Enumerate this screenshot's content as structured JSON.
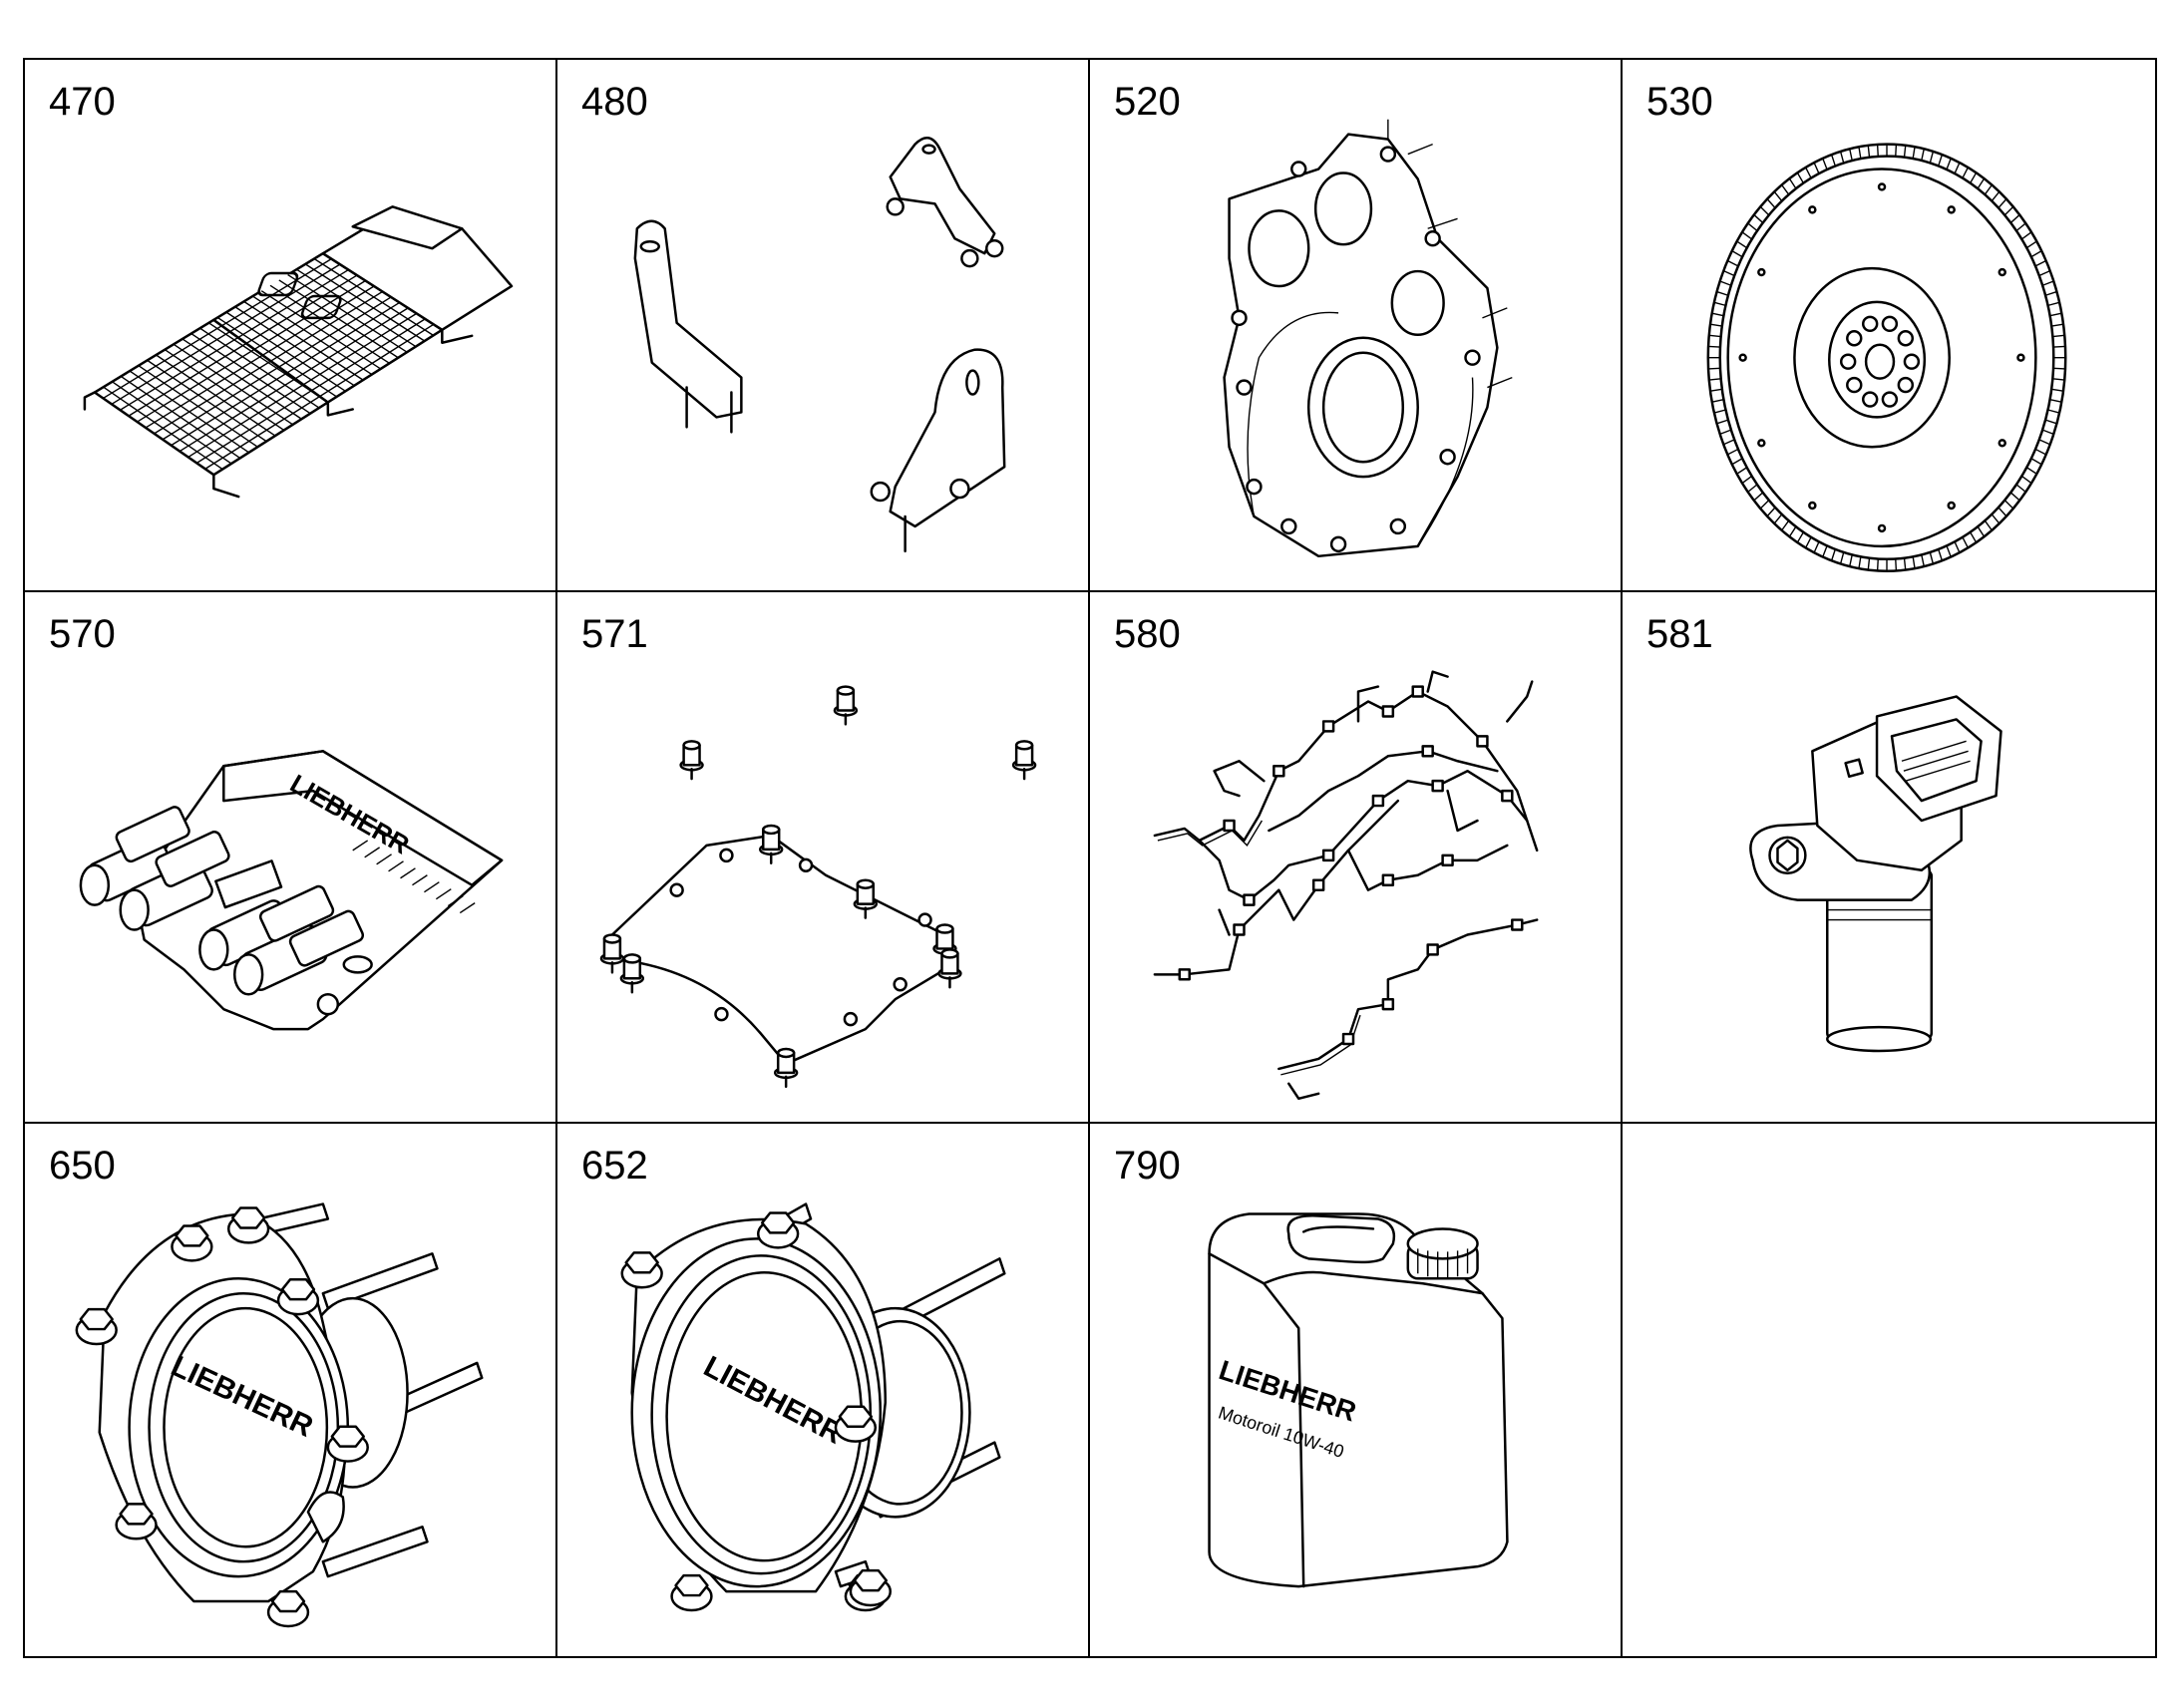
{
  "parts": [
    {
      "number": "470",
      "icon": "grate-panel-icon"
    },
    {
      "number": "480",
      "icon": "brackets-icon"
    },
    {
      "number": "520",
      "icon": "flywheel-housing-icon"
    },
    {
      "number": "530",
      "icon": "flywheel-icon"
    },
    {
      "number": "570",
      "icon": "control-unit-icon"
    },
    {
      "number": "571",
      "icon": "mounting-plate-icon"
    },
    {
      "number": "580",
      "icon": "wiring-harness-icon"
    },
    {
      "number": "581",
      "icon": "sensor-icon"
    },
    {
      "number": "650",
      "icon": "seal-cover-icon"
    },
    {
      "number": "652",
      "icon": "seal-cover-icon"
    },
    {
      "number": "790",
      "icon": "oil-canister-icon"
    },
    {
      "number": "",
      "icon": ""
    }
  ],
  "logo_text": "LIEBHERR",
  "canister_label": "Motoroil 10W-40"
}
